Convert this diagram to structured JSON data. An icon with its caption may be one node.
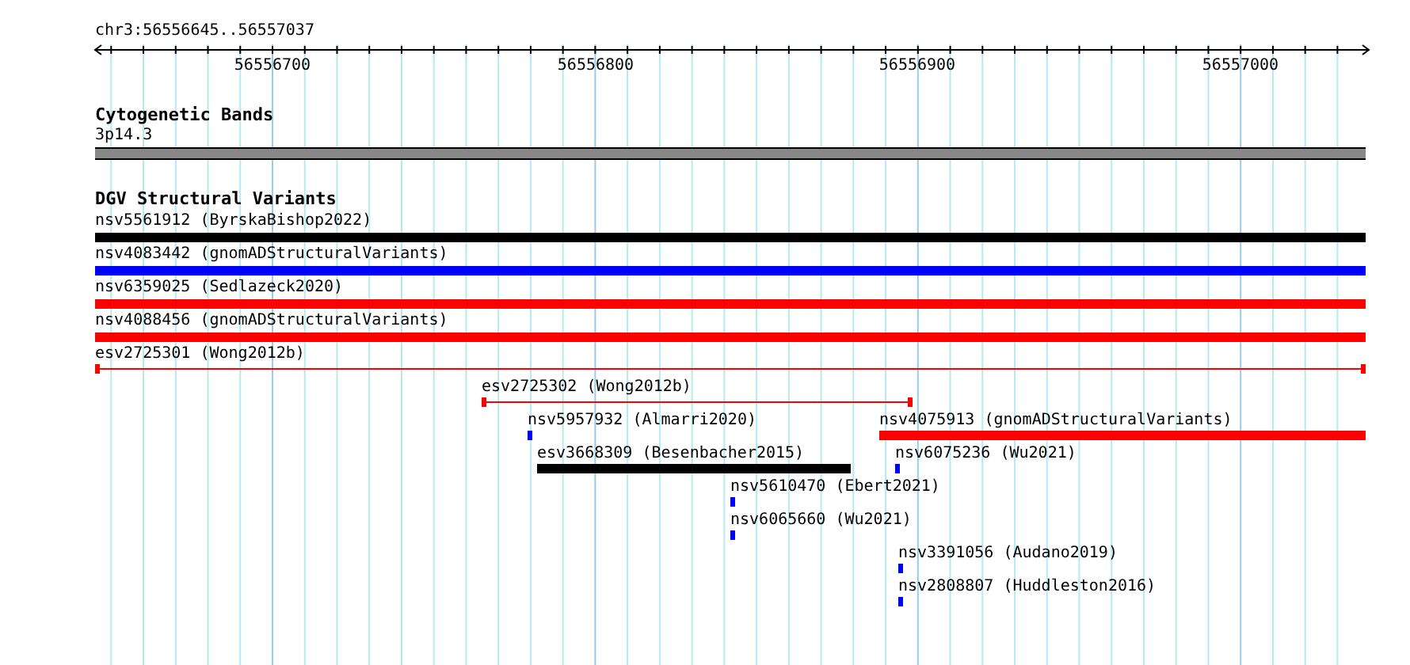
{
  "diagram": {
    "nodes": [
      {
        "text": [
          "3p14.3"
        ]
      },
      {
        "text": [
          "nsv5561912 (ByrskaBishop2022)"
        ]
      },
      {
        "text": [
          "nsv4083442 (gnomADStructuralVariants)"
        ]
      },
      {
        "text": [
          "nsv6359025 (Sedlazeck2020)"
        ]
      },
      {
        "text": [
          "nsv4088456 (gnomADStructuralVariants)"
        ]
      },
      {
        "text": [
          "esv2725301 (Wong2012b)"
        ]
      },
      {
        "text": [
          "esv2725302 (Wong2012b)"
        ]
      },
      {
        "text": [
          "nsv5957932 (Almarri2020)"
        ]
      },
      {
        "text": [
          "nsv4075913 (gnomADStructuralVariants)"
        ]
      },
      {
        "text": [
          "esv3668309 (Besenbacher2015)"
        ]
      },
      {
        "text": [
          "nsv6075236 (Wu2021)"
        ]
      },
      {
        "text": [
          "nsv5610470 (Ebert2021)"
        ]
      },
      {
        "text": [
          "nsv6065660 (Wu2021)"
        ]
      },
      {
        "text": [
          "nsv3391056 (Audano2019)"
        ]
      },
      {
        "text": [
          "nsv2808807 (Huddleston2016)"
        ]
      }
    ],
    "labels": [
      "chr3:56556645..56557037",
      "56556700",
      "56556800",
      "56556900",
      "56557000",
      "Cytogenetic Bands",
      "DGV Structural Variants"
    ]
  }
}
